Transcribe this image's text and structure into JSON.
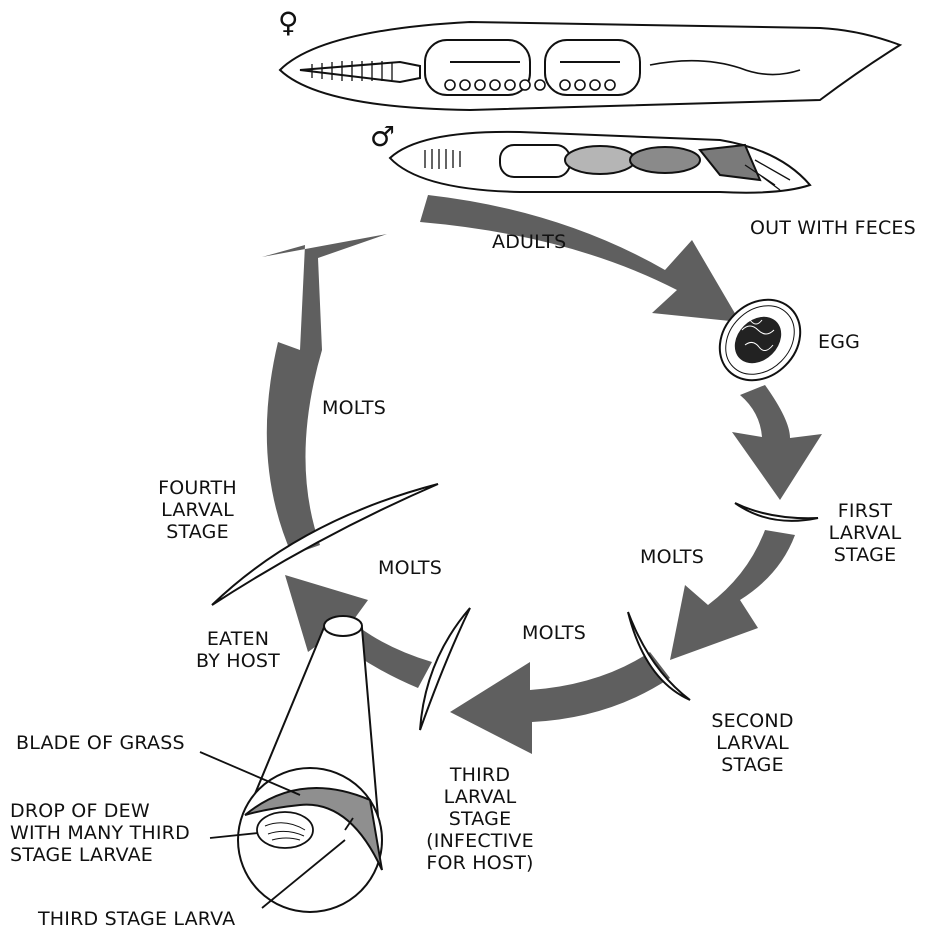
{
  "symbols": {
    "female": "♀",
    "male": "♂"
  },
  "labels": {
    "adults": "ADULTS",
    "out_with_feces": "OUT WITH FECES",
    "egg": "EGG",
    "first_larval_stage": [
      "FIRST",
      "LARVAL",
      "STAGE"
    ],
    "molts_right": "MOLTS",
    "molts_bottom": "MOLTS",
    "second_larval_stage": [
      "SECOND",
      "LARVAL",
      "STAGE"
    ],
    "third_larval_stage": [
      "THIRD",
      "LARVAL",
      "STAGE",
      "(INFECTIVE",
      "FOR HOST)"
    ],
    "molts_center": "MOLTS",
    "eaten_by_host": [
      "EATEN",
      "BY HOST"
    ],
    "fourth_larval_stage": [
      "FOURTH",
      "LARVAL",
      "STAGE"
    ],
    "molts_left": "MOLTS",
    "blade_of_grass": "BLADE OF GRASS",
    "drop_of_dew": [
      "DROP OF DEW",
      "WITH MANY THIRD",
      "STAGE LARVAE"
    ],
    "third_stage_larva": "THIRD STAGE LARVA"
  },
  "colors": {
    "arrow": "#5f5f5f",
    "outline": "#111111",
    "gray_fill": "#8a8a8a",
    "light_gray": "#c9c9c9"
  }
}
